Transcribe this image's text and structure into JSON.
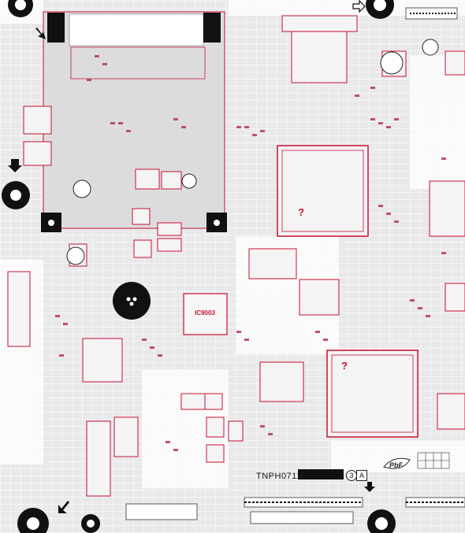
{
  "board": {
    "id_text": "TNPH0711",
    "revision_number": "3",
    "revision_letter": "A",
    "ic_label": "IC9003",
    "unknown_marker": "?",
    "pbf_mark": "PbF"
  },
  "colors": {
    "board": "#e9e9eb",
    "outline": "#c8102e",
    "component": "#ffffff",
    "pad": "#b5355e",
    "hole": "#111111"
  },
  "icons": [
    "arrow-down-icon",
    "arrow-right-icon",
    "arrow-down-left-icon",
    "pbf-leaf-icon",
    "mounting-hole-icon"
  ]
}
